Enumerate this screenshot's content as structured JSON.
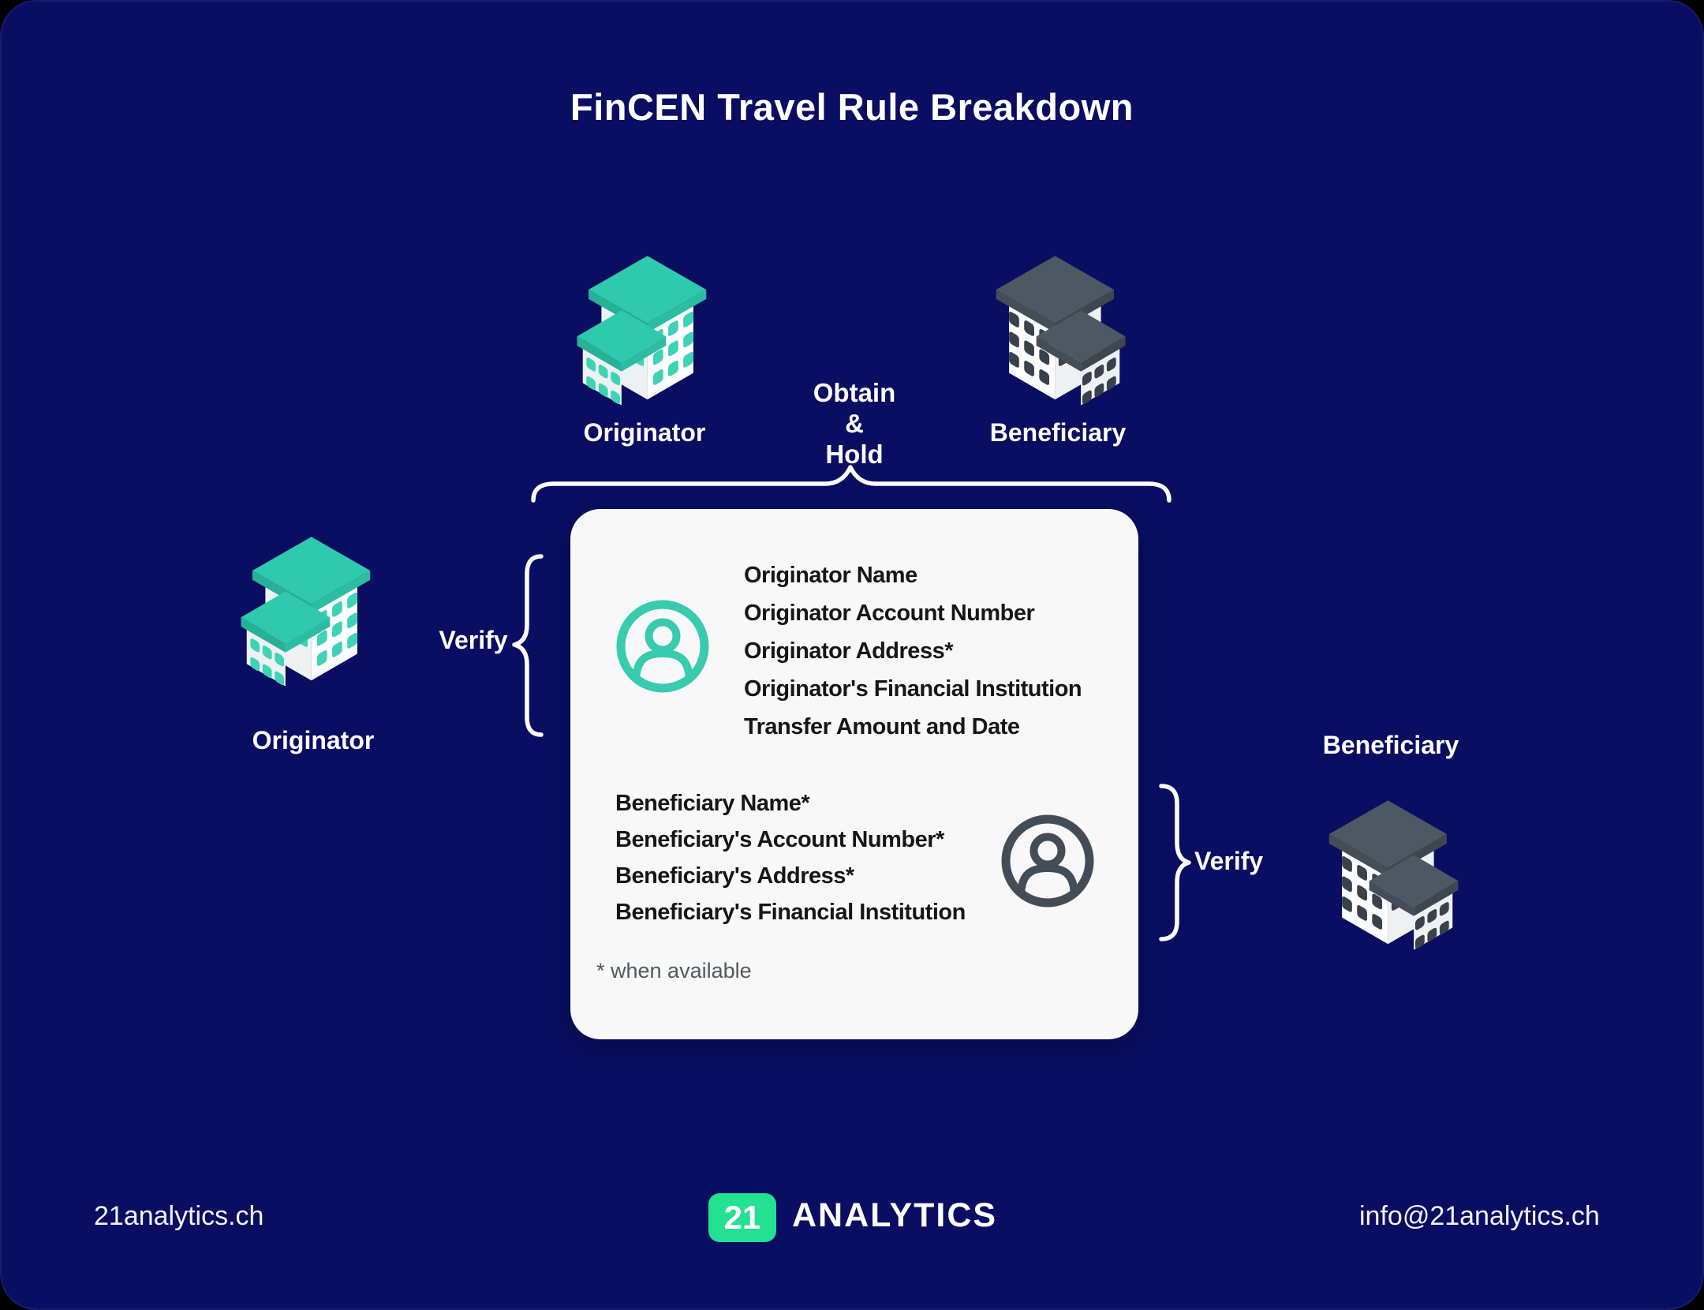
{
  "title": "FinCEN Travel Rule Breakdown",
  "top_flow": {
    "originator_label": "Originator",
    "action_lines": [
      "Obtain",
      "&",
      "Hold"
    ],
    "beneficiary_label": "Beneficiary"
  },
  "left_actor": {
    "label": "Originator",
    "verify_label": "Verify"
  },
  "right_actor": {
    "label": "Beneficiary",
    "verify_label": "Verify"
  },
  "card": {
    "originator_fields": [
      "Originator Name",
      "Originator Account Number",
      "Originator Address*",
      "Originator's Financial Institution",
      "Transfer Amount and Date"
    ],
    "beneficiary_fields": [
      "Beneficiary Name*",
      "Beneficiary's Account Number*",
      "Beneficiary's Address*",
      "Beneficiary's Financial Institution"
    ],
    "footnote": "* when available"
  },
  "footer": {
    "website": "21analytics.ch",
    "logo_badge": "21",
    "logo_name": "ANALYTICS",
    "email": "info@21analytics.ch"
  },
  "colors": {
    "background": "#090e63",
    "card_background": "#f8f8f8",
    "accent_teal": "#2fc9ad",
    "dark_slate": "#4d5862",
    "logo_green": "#23e092",
    "field_text": "#161616",
    "footnote_text": "#4f5a64",
    "white": "#ffffff"
  }
}
